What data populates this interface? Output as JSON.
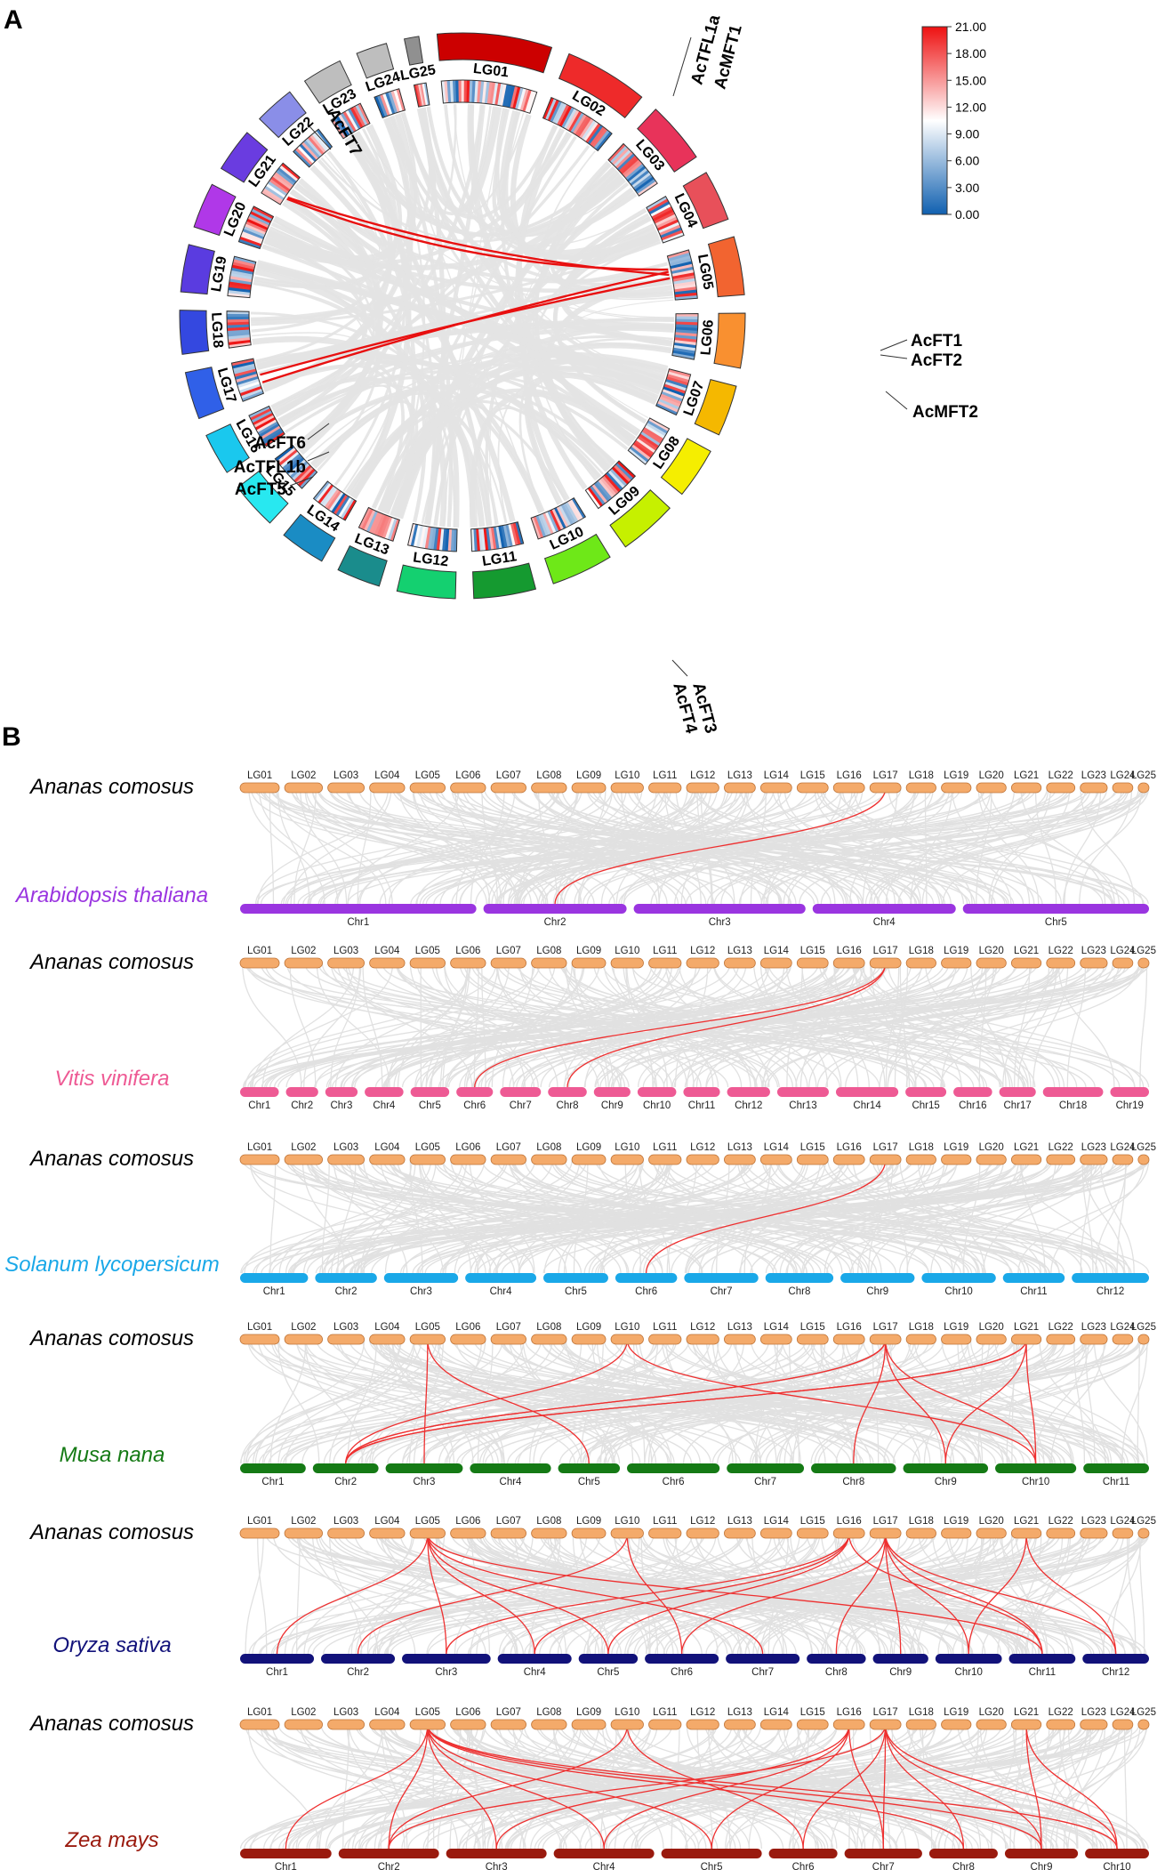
{
  "panel_a": {
    "label": "A",
    "chromosomes": [
      "LG01",
      "LG02",
      "LG03",
      "LG04",
      "LG05",
      "LG06",
      "LG07",
      "LG08",
      "LG09",
      "LG10",
      "LG11",
      "LG12",
      "LG13",
      "LG14",
      "LG15",
      "LG16",
      "LG17",
      "LG18",
      "LG19",
      "LG20",
      "LG21",
      "LG22",
      "LG23",
      "LG24",
      "LG25"
    ],
    "chromosome_colors": [
      "#cc0000",
      "#ee2a2a",
      "#e8335a",
      "#e8505a",
      "#f26430",
      "#f99030",
      "#f5b800",
      "#f5ee00",
      "#c6f000",
      "#6ee818",
      "#159a30",
      "#14d070",
      "#1a8c8c",
      "#1a8cc4",
      "#28e8f0",
      "#1ac8ee",
      "#3060e8",
      "#3448e0",
      "#5a3ce0",
      "#b038e8",
      "#6a3ce0",
      "#8a8ee8",
      "#bebebe",
      "#bebebe",
      "#909090"
    ],
    "gene_labels": [
      {
        "text": "AcTFL1a"
      },
      {
        "text": "AcMFT1"
      },
      {
        "text": "AcFT7"
      },
      {
        "text": "AcFT1"
      },
      {
        "text": "AcFT2"
      },
      {
        "text": "AcMFT2"
      },
      {
        "text": "AcFT6"
      },
      {
        "text": "AcTFL1b"
      },
      {
        "text": "AcFT5"
      },
      {
        "text": "AcFT3"
      },
      {
        "text": "AcFT4"
      }
    ],
    "legend": {
      "ticks": [
        "21.00",
        "18.00",
        "15.00",
        "12.00",
        "9.00",
        "6.00",
        "3.00",
        "0.00"
      ],
      "low_color": "#1060b0",
      "mid_color": "#ffffff",
      "high_color": "#ee1111"
    },
    "highlight_link_color": "#e81010",
    "background_link_color": "#e3e3e3"
  },
  "panel_b": {
    "label": "B",
    "pineapple_chromosomes": [
      "LG01",
      "LG02",
      "LG03",
      "LG04",
      "LG05",
      "LG06",
      "LG07",
      "LG08",
      "LG09",
      "LG10",
      "LG11",
      "LG12",
      "LG13",
      "LG14",
      "LG15",
      "LG16",
      "LG17",
      "LG18",
      "LG19",
      "LG20",
      "LG21",
      "LG22",
      "LG23",
      "LG24",
      "LG25"
    ],
    "pineapple_color": "#f4aa6a",
    "comparisons": [
      {
        "top_species": "Ananas comosus",
        "species": "Arabidopsis thaliana",
        "color": "#9a35e0",
        "chromosomes": [
          "Chr1",
          "Chr2",
          "Chr3",
          "Chr4",
          "Chr5"
        ]
      },
      {
        "top_species": "Ananas comosus",
        "species": "Vitis vinifera",
        "color": "#ee5a94",
        "chromosomes": [
          "Chr1",
          "Chr2",
          "Chr3",
          "Chr4",
          "Chr5",
          "Chr6",
          "Chr7",
          "Chr8",
          "Chr9",
          "Chr10",
          "Chr11",
          "Chr12",
          "Chr13",
          "Chr14",
          "Chr15",
          "Chr16",
          "Chr17",
          "Chr18",
          "Chr19"
        ]
      },
      {
        "top_species": "Ananas comosus",
        "species": "Solanum lycopersicum",
        "color": "#1aa8e8",
        "chromosomes": [
          "Chr1",
          "Chr2",
          "Chr3",
          "Chr4",
          "Chr5",
          "Chr6",
          "Chr7",
          "Chr8",
          "Chr9",
          "Chr10",
          "Chr11",
          "Chr12"
        ]
      },
      {
        "top_species": "Ananas comosus",
        "species": "Musa nana",
        "color": "#157a15",
        "chromosomes": [
          "Chr1",
          "Chr2",
          "Chr3",
          "Chr4",
          "Chr5",
          "Chr6",
          "Chr7",
          "Chr8",
          "Chr9",
          "Chr10",
          "Chr11"
        ]
      },
      {
        "top_species": "Ananas comosus",
        "species": "Oryza sativa",
        "color": "#12127a",
        "chromosomes": [
          "Chr1",
          "Chr2",
          "Chr3",
          "Chr4",
          "Chr5",
          "Chr6",
          "Chr7",
          "Chr8",
          "Chr9",
          "Chr10",
          "Chr11",
          "Chr12"
        ]
      },
      {
        "top_species": "Ananas comosus",
        "species": "Zea mays",
        "color": "#9a1a0e",
        "chromosomes": [
          "Chr1",
          "Chr2",
          "Chr3",
          "Chr4",
          "Chr5",
          "Chr6",
          "Chr7",
          "Chr8",
          "Chr9",
          "Chr10"
        ]
      }
    ]
  }
}
